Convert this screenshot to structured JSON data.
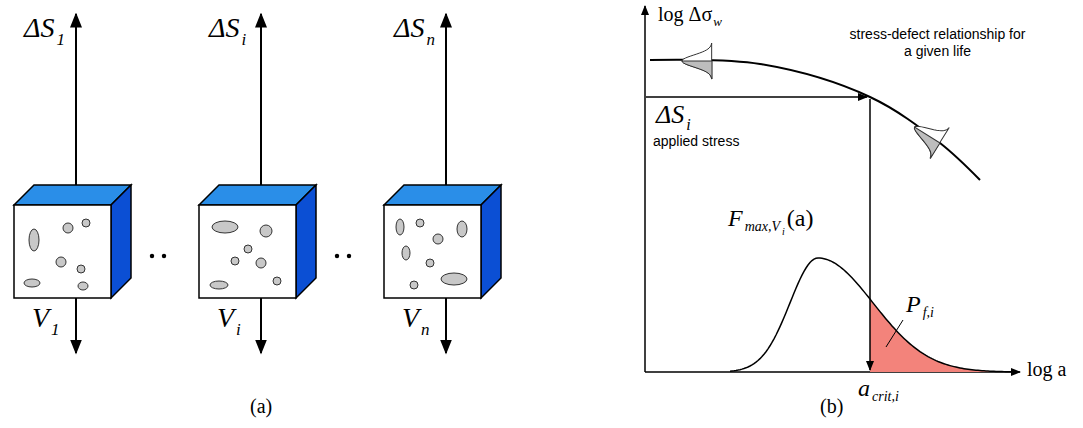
{
  "diagram": {
    "labels": [
      "ΔS",
      "1",
      "ΔS",
      "i",
      "ΔS",
      "n",
      "V",
      "1",
      "V",
      "i",
      "V",
      "n",
      "(a)",
      "log Δσ",
      "w",
      "stress-defect relationship for a given life",
      "ΔS",
      "i",
      "applied stress",
      "F",
      "max,V",
      "i",
      "(a)",
      "P",
      "f,i",
      "a",
      "crit,i",
      "log a",
      "(b)"
    ]
  }
}
